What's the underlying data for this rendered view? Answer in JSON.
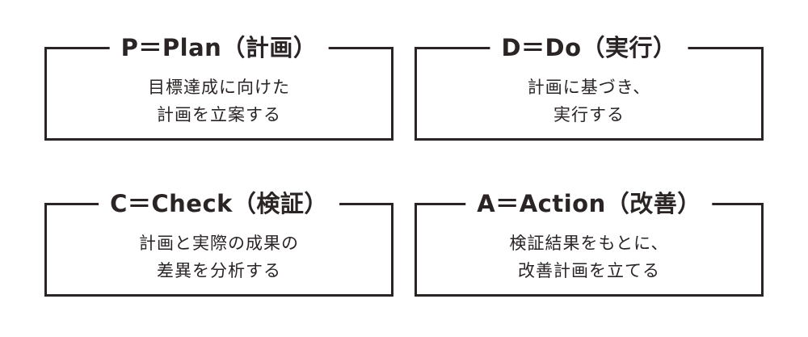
{
  "boxes": [
    {
      "title": "P＝Plan（計画）",
      "lines": [
        "目標達成に向けた",
        "計画を立案する"
      ]
    },
    {
      "title": "D＝Do（実行）",
      "lines": [
        "計画に基づき、",
        "実行する"
      ]
    },
    {
      "title": "C＝Check（検証）",
      "lines": [
        "計画と実際の成果の",
        "差異を分析する"
      ]
    },
    {
      "title": "A＝Action（改善）",
      "lines": [
        "検証結果をもとに、",
        "改善計画を立てる"
      ]
    }
  ]
}
